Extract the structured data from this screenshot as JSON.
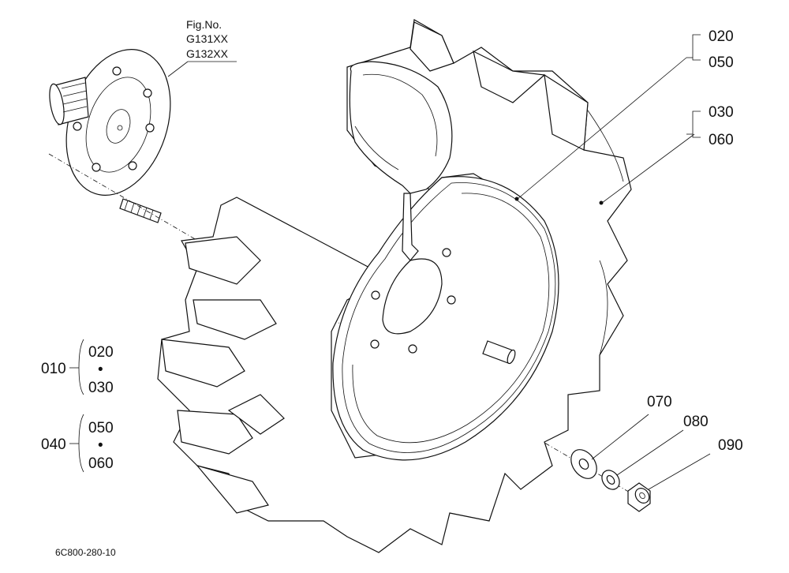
{
  "figure": {
    "label": "Fig.No.",
    "numbers": [
      "G131XX",
      "G132XX"
    ]
  },
  "reference_code": "6C800-280-10",
  "callouts": {
    "p020": "020",
    "p050": "050",
    "p030": "030",
    "p060": "060",
    "p070": "070",
    "p080": "080",
    "p090": "090"
  },
  "legend": {
    "group1": {
      "parent": "010",
      "children": [
        "020",
        "030"
      ],
      "separator": "•"
    },
    "group2": {
      "parent": "040",
      "children": [
        "050",
        "060"
      ],
      "separator": "•"
    }
  }
}
